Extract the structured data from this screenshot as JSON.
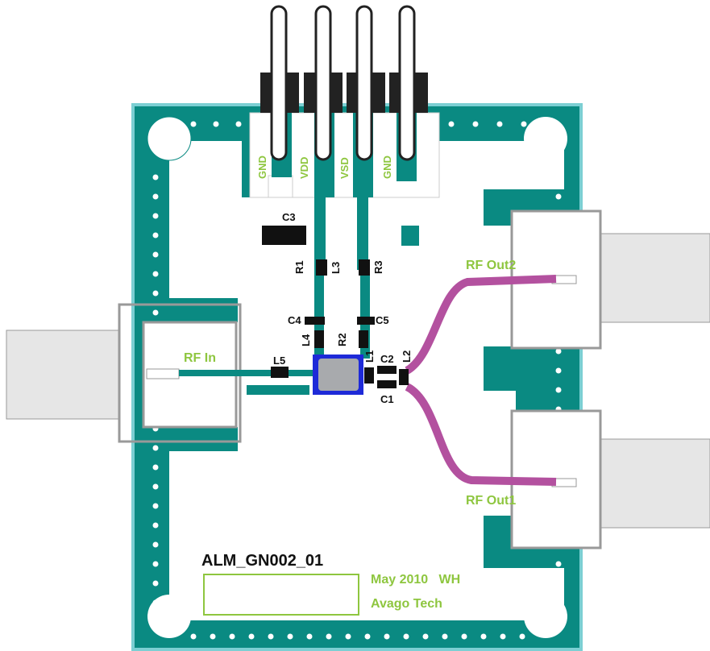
{
  "labels": {
    "header_pins": [
      "GND",
      "VDD",
      "VSD",
      "GND"
    ],
    "components": [
      "C3",
      "R1",
      "L3",
      "R3",
      "C4",
      "C5",
      "L4",
      "R2",
      "L5",
      "L1",
      "C2",
      "L2",
      "C1"
    ],
    "rf_in": "RF In",
    "rf_out2": "RF Out2",
    "rf_out1": "RF Out1",
    "board_id": "ALM_GN002_01",
    "date_line": "May 2010   WH",
    "company": "Avago Tech"
  },
  "colors": {
    "board_teal": "#0a8a82",
    "board_outline": "#7ccfd3",
    "silk_green": "#8ec63f",
    "trace_magenta": "#b3519f",
    "ic_pads_blue": "#1e2ad8",
    "ic_body_gray": "#a8aaad",
    "connector_gray": "#999999"
  }
}
